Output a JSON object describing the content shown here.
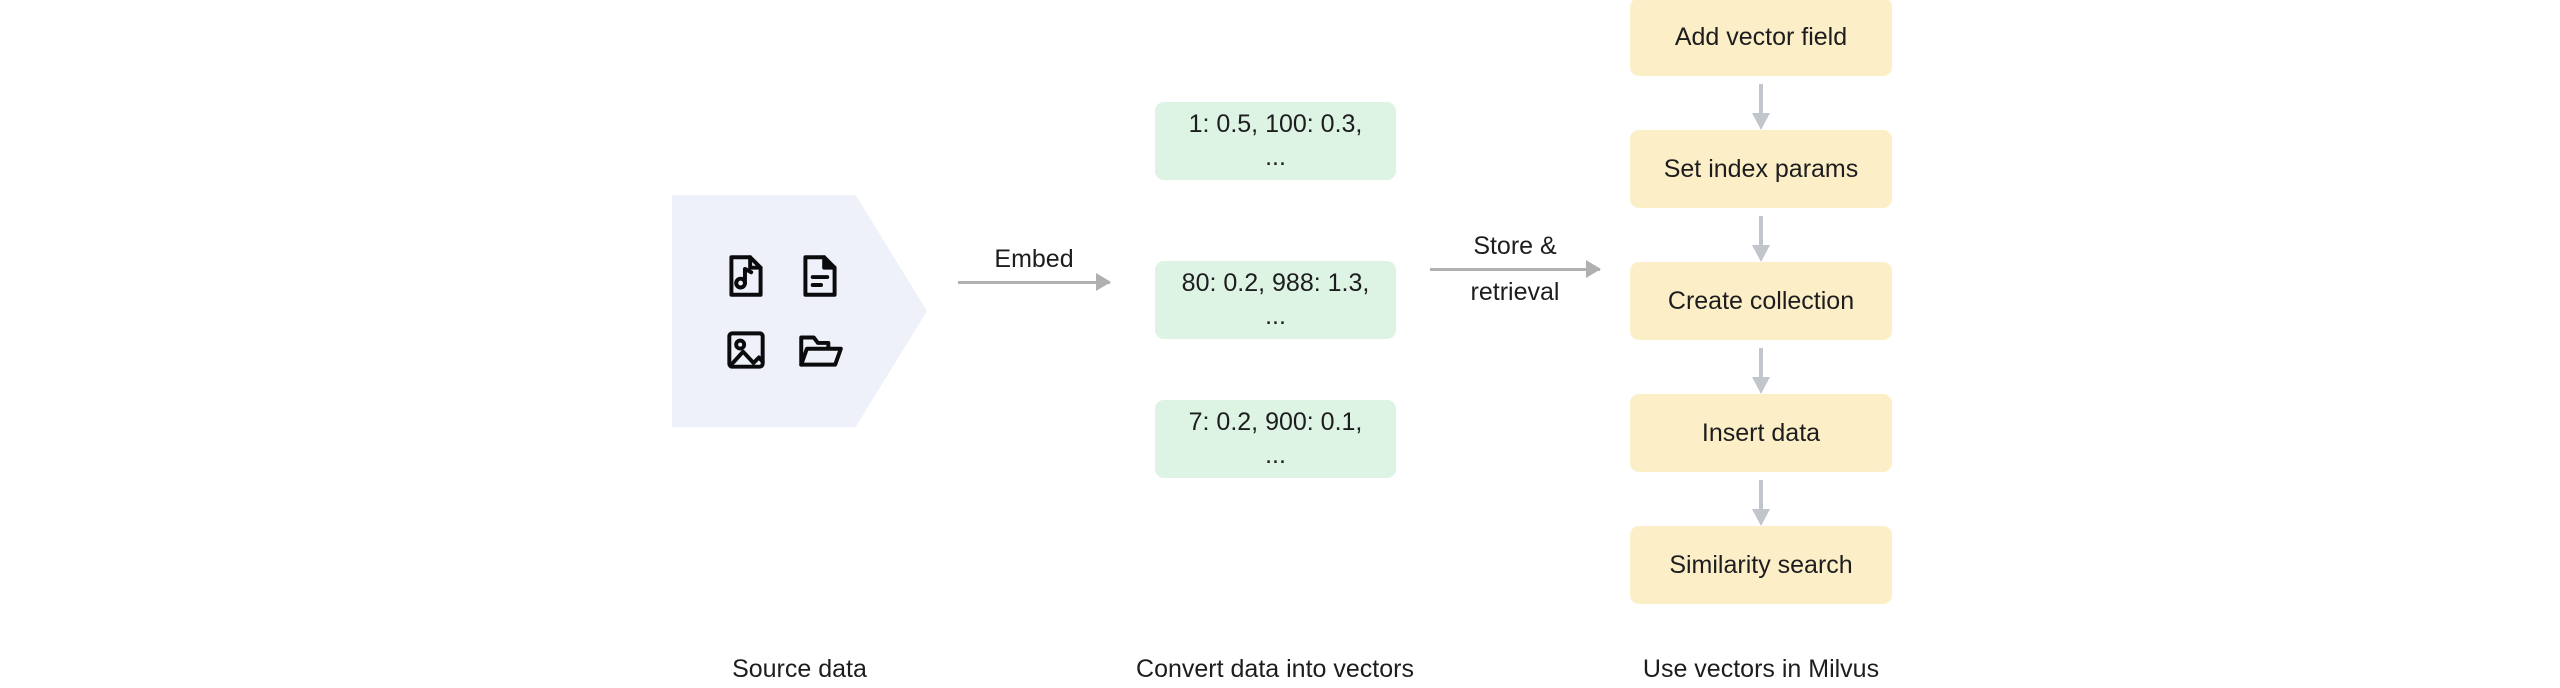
{
  "source": {
    "caption": "Source data",
    "icons": [
      {
        "name": "music-file-icon",
        "label": "Audio file"
      },
      {
        "name": "document-file-icon",
        "label": "Text document"
      },
      {
        "name": "image-file-icon",
        "label": "Image file"
      },
      {
        "name": "folder-icon",
        "label": "Folder"
      }
    ]
  },
  "arrows": {
    "embed": {
      "label": "Embed"
    },
    "store": {
      "label_top": "Store &",
      "label_bottom": "retrieval"
    }
  },
  "vectors": {
    "caption": "Convert data into vectors",
    "boxes": [
      {
        "text": "1: 0.5, 100: 0.3, ..."
      },
      {
        "text": "80: 0.2, 988: 1.3, ..."
      },
      {
        "text": "7: 0.2, 900: 0.1, ..."
      }
    ]
  },
  "milvus": {
    "caption": "Use vectors in Milvus",
    "steps": [
      {
        "label": "Add vector field"
      },
      {
        "label": "Set index params"
      },
      {
        "label": "Create collection"
      },
      {
        "label": "Insert data"
      },
      {
        "label": "Similarity search"
      }
    ]
  },
  "colors": {
    "background": "#ffffff",
    "source_fill": "#eef1fa",
    "vector_fill": "#ddf3e4",
    "step_fill": "#fcefc7",
    "arrow_gray": "#b0b0b0",
    "step_arrow_gray": "#c2c6cc",
    "text": "#1d1d1f"
  }
}
